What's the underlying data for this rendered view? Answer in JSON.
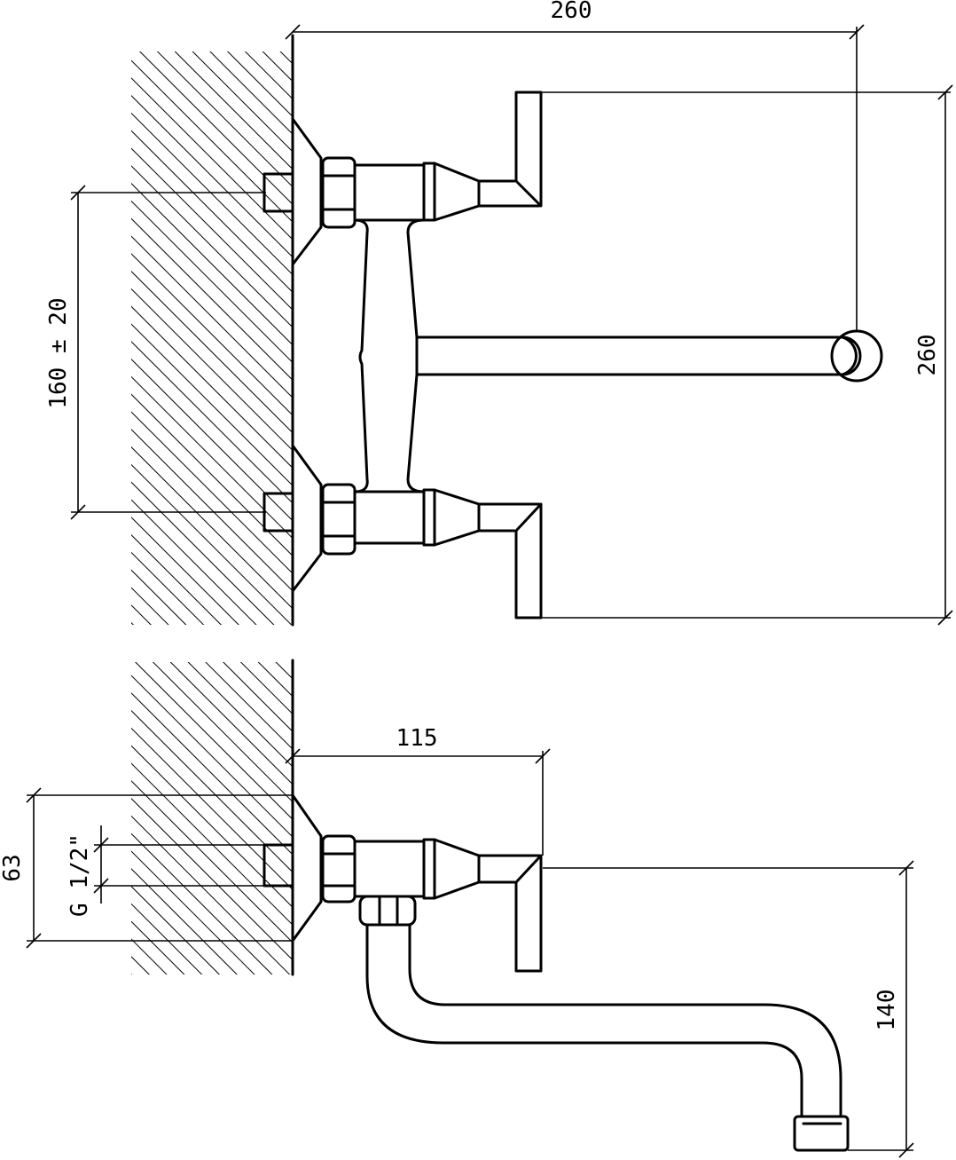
{
  "dimensions": {
    "top_width": "260",
    "top_height": "260",
    "center_distance": "160 ± 20",
    "side_projection": "115",
    "side_height": "63",
    "thread": "G 1/2\"",
    "spout_height": "140"
  }
}
